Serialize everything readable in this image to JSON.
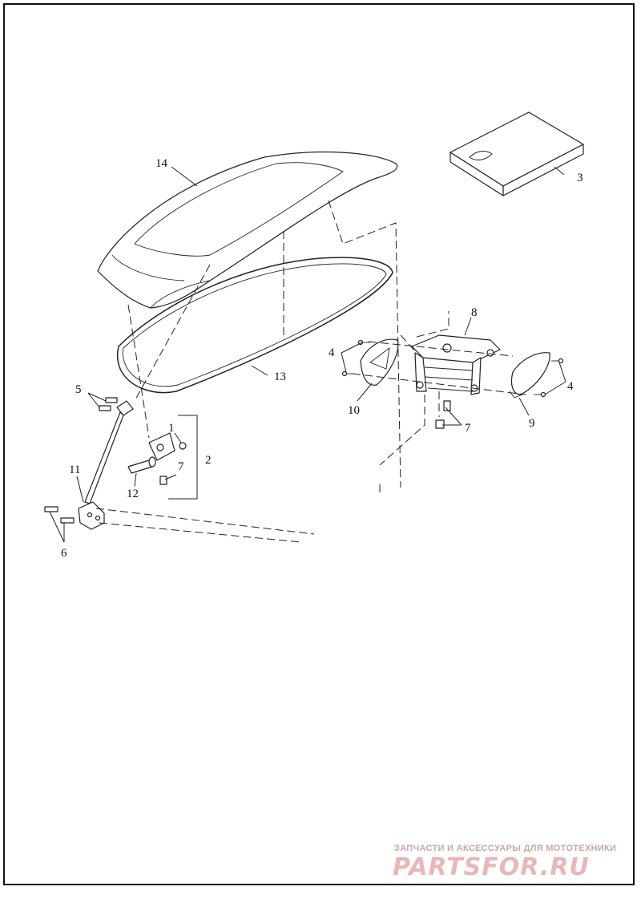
{
  "callouts": {
    "c1": "1",
    "c2": "2",
    "c3": "3",
    "c4a": "4",
    "c4b": "4",
    "c5": "5",
    "c6": "6",
    "c7a": "7",
    "c7b": "7",
    "c8": "8",
    "c9": "9",
    "c10": "10",
    "c11": "11",
    "c12": "12",
    "c13": "13",
    "c14": "14"
  },
  "watermark": {
    "tagline": "ЗАПЧАСТИ И АКСЕССУАРЫ ДЛЯ МОТОТЕХНИКИ",
    "logo": "PARTSFOR.RU"
  },
  "colors": {
    "line": "#222222",
    "watermark": "#e9b7b7"
  }
}
